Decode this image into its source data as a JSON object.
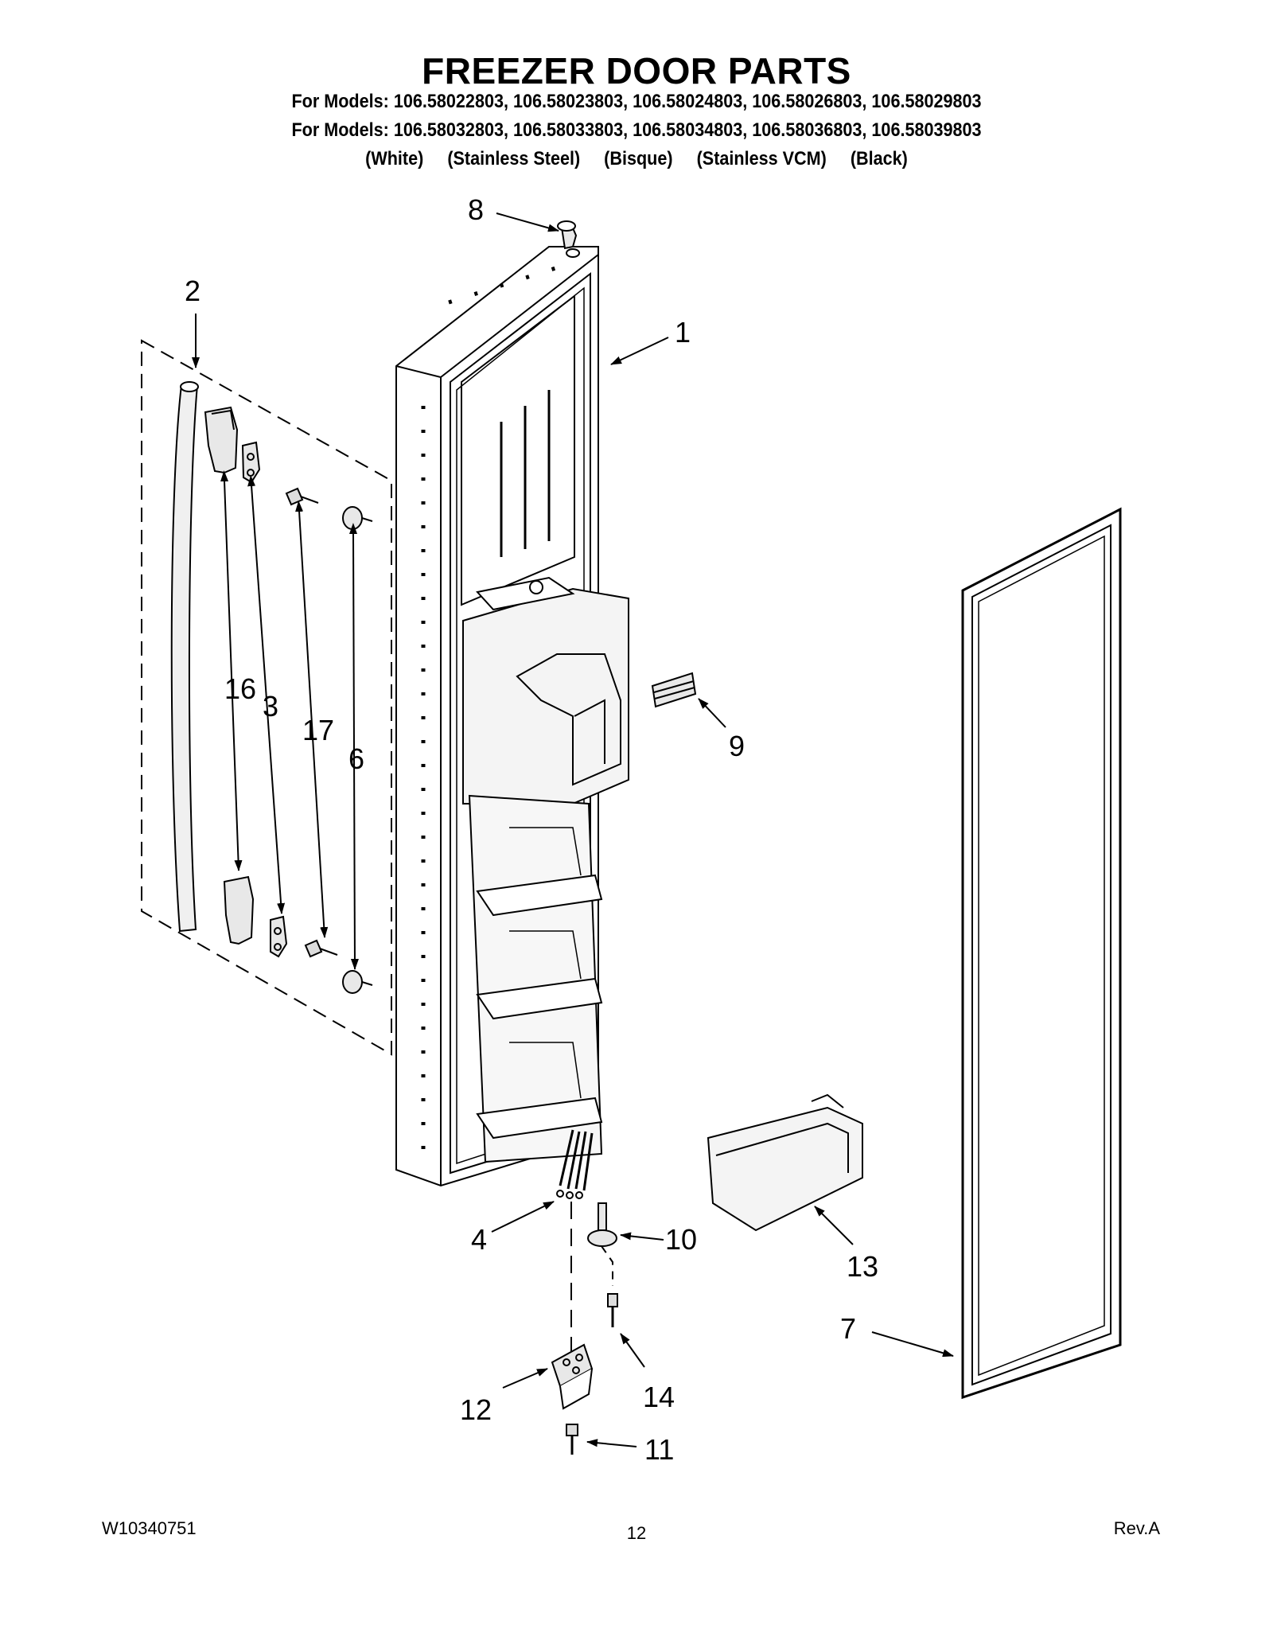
{
  "header": {
    "title": "FREEZER DOOR PARTS",
    "models_line_1": "For Models: 106.58022803, 106.58023803, 106.58024803, 106.58026803, 106.58029803",
    "models_line_2": "For Models: 106.58032803, 106.58033803, 106.58034803, 106.58036803, 106.58039803",
    "colors_line": "(White)     (Stainless Steel)     (Bisque)     (Stainless VCM)     (Black)"
  },
  "callouts": {
    "c1": "1",
    "c2": "2",
    "c3": "3",
    "c4": "4",
    "c6": "6",
    "c7": "7",
    "c8": "8",
    "c9": "9",
    "c10": "10",
    "c11": "11",
    "c12": "12",
    "c13": "13",
    "c14": "14",
    "c16": "16",
    "c17": "17"
  },
  "footer": {
    "doc_number": "W10340751",
    "page_number": "12",
    "revision": "Rev.A"
  }
}
